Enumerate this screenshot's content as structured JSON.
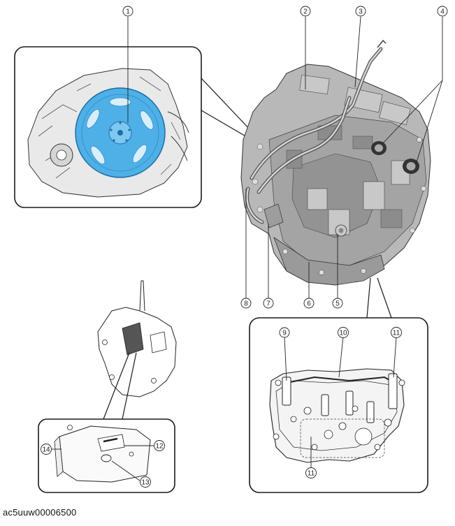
{
  "figure": {
    "caption_code": "ac5uuw00006500",
    "callouts": [
      {
        "id": "c1",
        "label": "1"
      },
      {
        "id": "c2",
        "label": "2"
      },
      {
        "id": "c3",
        "label": "3"
      },
      {
        "id": "c4",
        "label": "4"
      },
      {
        "id": "c5",
        "label": "5"
      },
      {
        "id": "c6",
        "label": "6"
      },
      {
        "id": "c7",
        "label": "7"
      },
      {
        "id": "c8",
        "label": "8"
      },
      {
        "id": "c9",
        "label": "9"
      },
      {
        "id": "c10",
        "label": "10"
      },
      {
        "id": "c11a",
        "label": "11"
      },
      {
        "id": "c11b",
        "label": "11"
      },
      {
        "id": "c12",
        "label": "12"
      },
      {
        "id": "c13",
        "label": "13"
      },
      {
        "id": "c14",
        "label": "14"
      }
    ],
    "colors": {
      "line": "#222222",
      "body_fill": "#b8b8b8",
      "body_dark": "#7a7a7a",
      "highlight_blue": "#4fb0e8",
      "panel_border": "#1a1a1a"
    }
  }
}
